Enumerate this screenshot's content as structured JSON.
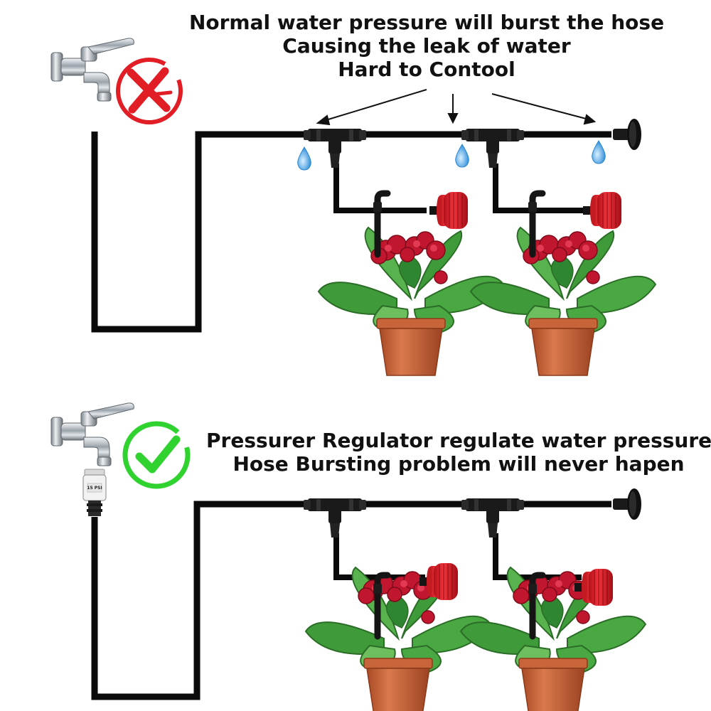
{
  "top_panel": {
    "caption": {
      "line1": "Normal water pressure will burst the hose",
      "line2": "Causing the leak of water",
      "line3": "Hard to Contool"
    },
    "status_icon": "red-cross-circle-icon"
  },
  "bottom_panel": {
    "caption": {
      "line1": "Pressurer Regulator regulate water pressure",
      "line2": "Hose Bursting problem will never hapen"
    },
    "status_icon": "green-check-circle-icon",
    "regulator_label": "15 PSI"
  },
  "colors": {
    "hose": "#0a0a0a",
    "dripper_red": "#e8232e",
    "water_drop": "#3a9be0",
    "cross_red": "#e11e26",
    "check_green": "#2fd22f",
    "pot": "#c8643a",
    "leaf": "#3f9a3a",
    "flower": "#c0162e"
  }
}
